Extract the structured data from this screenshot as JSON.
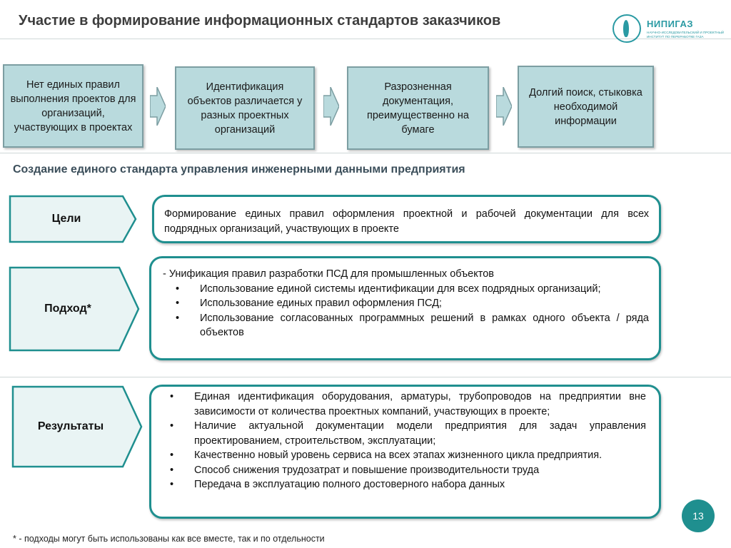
{
  "header": {
    "title": "Участие в формирование информационных стандартов заказчиков",
    "logo": {
      "name": "НИПИГАЗ",
      "subtitle": "НАУЧНО-ИССЛЕДОВАТЕЛЬСКИЙ И ПРОЕКТНЫЙ ИНСТИТУТ ПО ПЕРЕРАБОТКЕ ГАЗА",
      "icon": "gas-flame-logo-icon",
      "color": "#2a9aa3"
    }
  },
  "process": {
    "steps": [
      {
        "text": "Нет единых правил выполнения проектов для организаций, участвующих в проектах"
      },
      {
        "text": "Идентификация объектов различается у разных проектных организаций"
      },
      {
        "text": "Разрозненная документация, преимущественно на бумаге"
      },
      {
        "text": "Долгий поиск, стыковка необходимой информации"
      }
    ],
    "arrow_icon": "chevron-right-arrow-icon"
  },
  "subtitle": "Создание единого стандарта управления инженерными данными предприятия",
  "sections": {
    "goals": {
      "label": "Цели",
      "text": "Формирование единых правил оформления проектной и рабочей документации для всех подрядных организаций, участвующих в проекте"
    },
    "approach": {
      "label": "Подход*",
      "intro": "- Унификация правил разработки ПСД для промышленных объектов",
      "bullets": [
        "Использование единой системы идентификации для всех подрядных организаций;",
        "Использование единых правил оформления ПСД;",
        "Использование согласованных программных решений в рамках одного объекта / ряда объектов"
      ]
    },
    "results": {
      "label": "Результаты",
      "bullets": [
        "Единая идентификация оборудования, арматуры, трубопроводов на предприятии вне зависимости от количества проектных компаний, участвующих в проекте;",
        "Наличие актуальной документации модели предприятия для задач управления проектированием, строительством, эксплуатации;",
        "Качественно новый уровень сервиса на всех этапах жизненного цикла предприятия.",
        "Способ снижения трудозатрат и повышение производительности труда",
        "Передача в эксплуатацию полного достоверного набора данных"
      ]
    }
  },
  "bullet_char": "•",
  "page_number": "13",
  "footnote": "* - подходы могут быть использованы как все вместе, так и по отдельности",
  "colors": {
    "accent": "#1f8f8f",
    "process_fill": "#b9dadd",
    "process_border": "#7c9ea2",
    "chevron_fill": "#e9f4f4"
  }
}
